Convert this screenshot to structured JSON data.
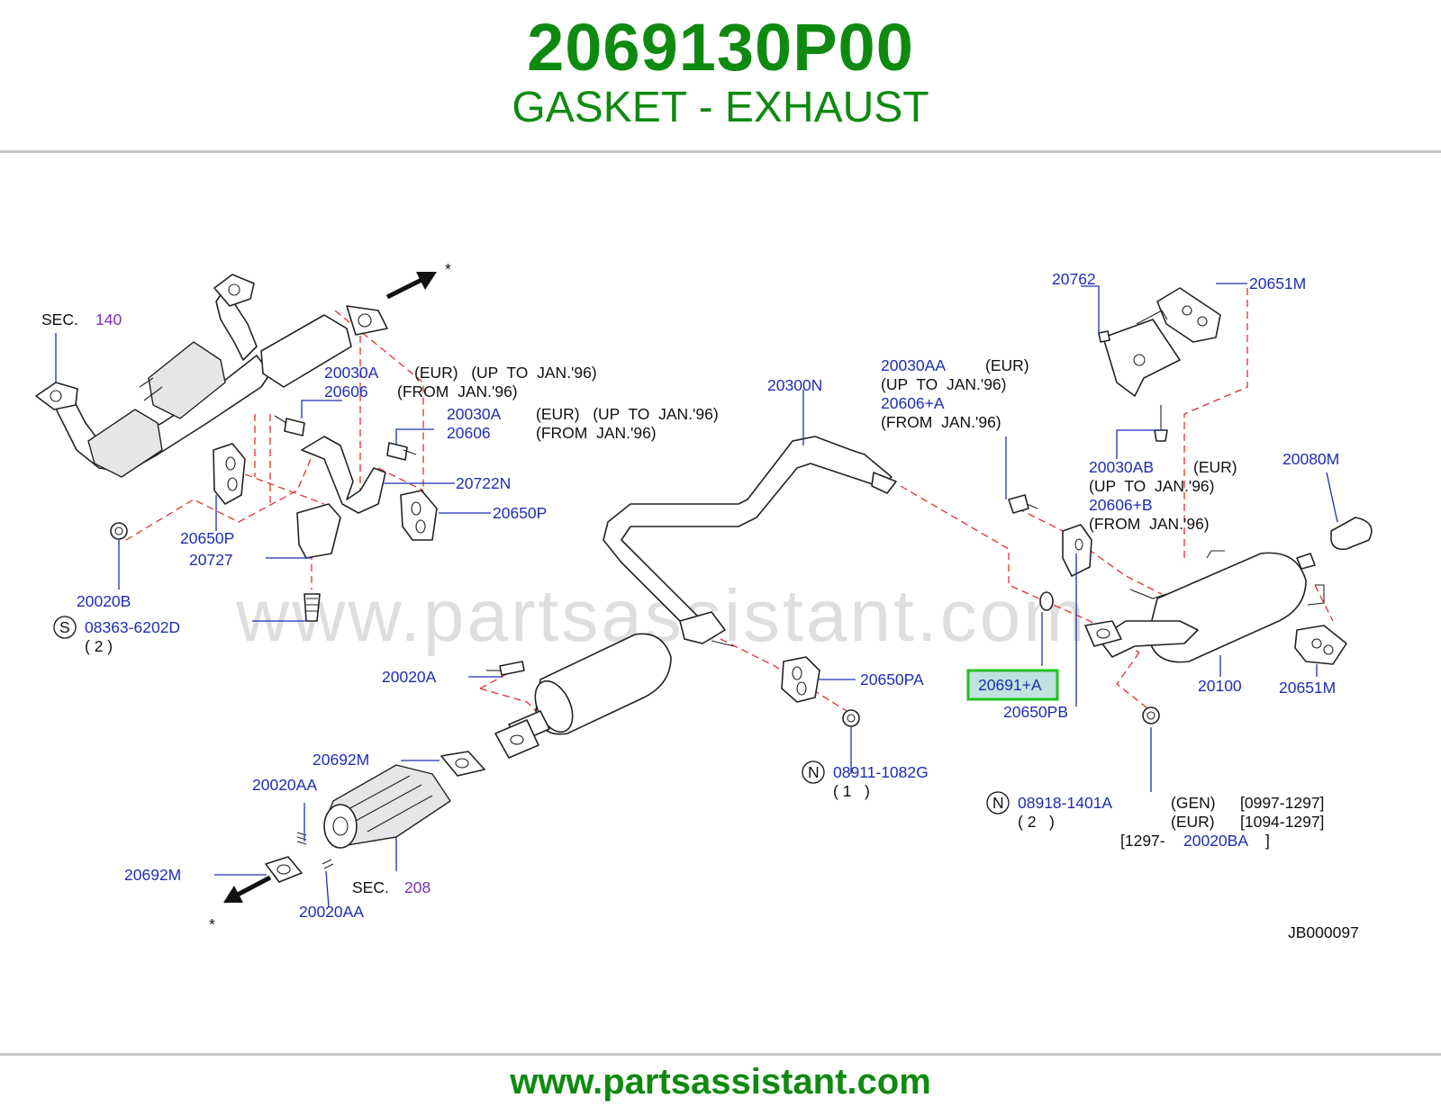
{
  "header": {
    "part_number": "2069130P00",
    "part_name": "GASKET - EXHAUST"
  },
  "watermark": "www.partsassistant.com",
  "footer": {
    "url": "www.partsassistant.com"
  },
  "highlight_color": "#22c020",
  "colors": {
    "title": "#0f8a10",
    "label": "#1d2fb0",
    "section": "#7b2fb5",
    "leader_dash": "#e0312f"
  },
  "diagram_code": "JB000097",
  "highlighted_part": "20691+A",
  "labels": {
    "sec140": "SEC.",
    "sec140_num": "140",
    "sec208": "SEC.",
    "sec208_num": "208",
    "p20030A_1": "20030A",
    "p20030A_1_note": "(EUR)   (UP  TO  JAN.'96)",
    "p20606_1": "20606",
    "p20606_1_note": "(FROM  JAN.'96)",
    "p20030A_2": "20030A",
    "p20030A_2_note": "(EUR)   (UP  TO  JAN.'96)",
    "p20606_2": "20606",
    "p20606_2_note": "(FROM  JAN.'96)",
    "p20722N": "20722N",
    "p20650P_r": "20650P",
    "p20650P_l": "20650P",
    "p20727": "20727",
    "p20020B": "20020B",
    "s_circle": "S",
    "p08363": "08363-6202D",
    "p08363_qty": "( 2 )",
    "p20300N": "20300N",
    "p20030AA": "20030AA",
    "p20030AA_note": "(EUR)",
    "p20030AA_note2": "(UP  TO  JAN.'96)",
    "p20606A": "20606+A",
    "p20606A_note": "(FROM  JAN.'96)",
    "p20762": "20762",
    "p20651M_top": "20651M",
    "p20030AB": "20030AB",
    "p20030AB_note": "(EUR)",
    "p20030AB_note2": "(UP  TO  JAN.'96)",
    "p20606B": "20606+B",
    "p20606B_note": "(FROM  JAN.'96)",
    "p20080M": "20080M",
    "p20020A": "20020A",
    "p20650PA": "20650PA",
    "p20691A": "20691+A",
    "p20650PB": "20650PB",
    "p20100": "20100",
    "p20651M_bot": "20651M",
    "n_circle_1": "N",
    "p08911": "08911-1082G",
    "p08911_qty": "( 1   )",
    "n_circle_2": "N",
    "p08918": "08918-1401A",
    "p08918_qty": "( 2   )",
    "note_gen": "(GEN)",
    "note_gen_range": "[0997-1297]",
    "note_eur": "(EUR)",
    "note_eur_range": "[1094-1297]",
    "note_1297": "[1297-",
    "p20020BA": "20020BA",
    "note_close": "]",
    "p20692M_top": "20692M",
    "p20020AA_top": "20020AA",
    "p20692M_bot": "20692M",
    "p20020AA_bot": "20020AA",
    "star_1": "*",
    "star_2": "*"
  }
}
